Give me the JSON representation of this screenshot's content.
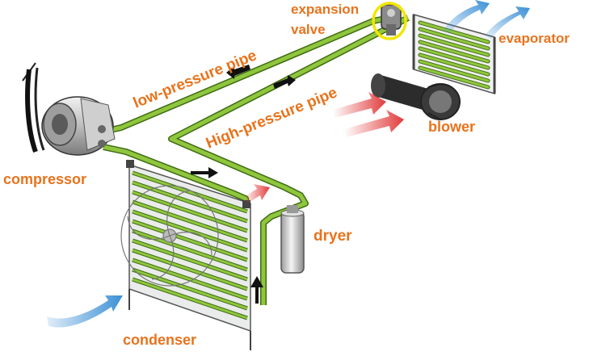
{
  "labels": {
    "expansion_valve_line1": "expansion",
    "expansion_valve_line2": "valve",
    "evaporator": "evaporator",
    "low_pressure_pipe": "low-pressure pipe",
    "high_pressure_pipe": "High-pressure pipe",
    "blower": "blower",
    "compressor": "compressor",
    "dryer": "dryer",
    "condenser": "condenser"
  },
  "colors": {
    "label": "#e8731c",
    "pipe_fill": "#8fc63e",
    "pipe_outline": "#3f6b12",
    "hot_air": "#e23b3b",
    "cold_air": "#3a8fd6",
    "valve_highlight": "#f2e600",
    "flow_arrow": "#111111"
  },
  "icons": [
    "flow-arrow-icon",
    "hot-air-arrow-icon",
    "cold-air-arrow-icon"
  ]
}
